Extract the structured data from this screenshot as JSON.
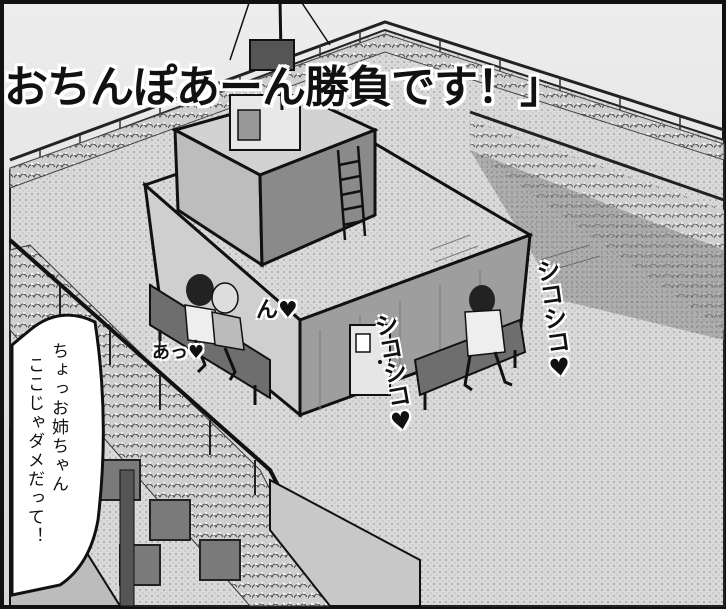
{
  "caption": {
    "headline": "おちんぽあーん勝負です！」"
  },
  "speech_bubble": {
    "line1": "ちょっお姉ちゃん",
    "line2": "ここじゃダメだって！"
  },
  "sound_effects": {
    "left_moan_1": "ん♥",
    "left_moan_2": "あっ♥",
    "middle_stroke": "シコシコ♥",
    "right_stroke": "シコシコ♥"
  },
  "scene": {
    "setting": "school-rooftop",
    "style": "monochrome-manga"
  }
}
